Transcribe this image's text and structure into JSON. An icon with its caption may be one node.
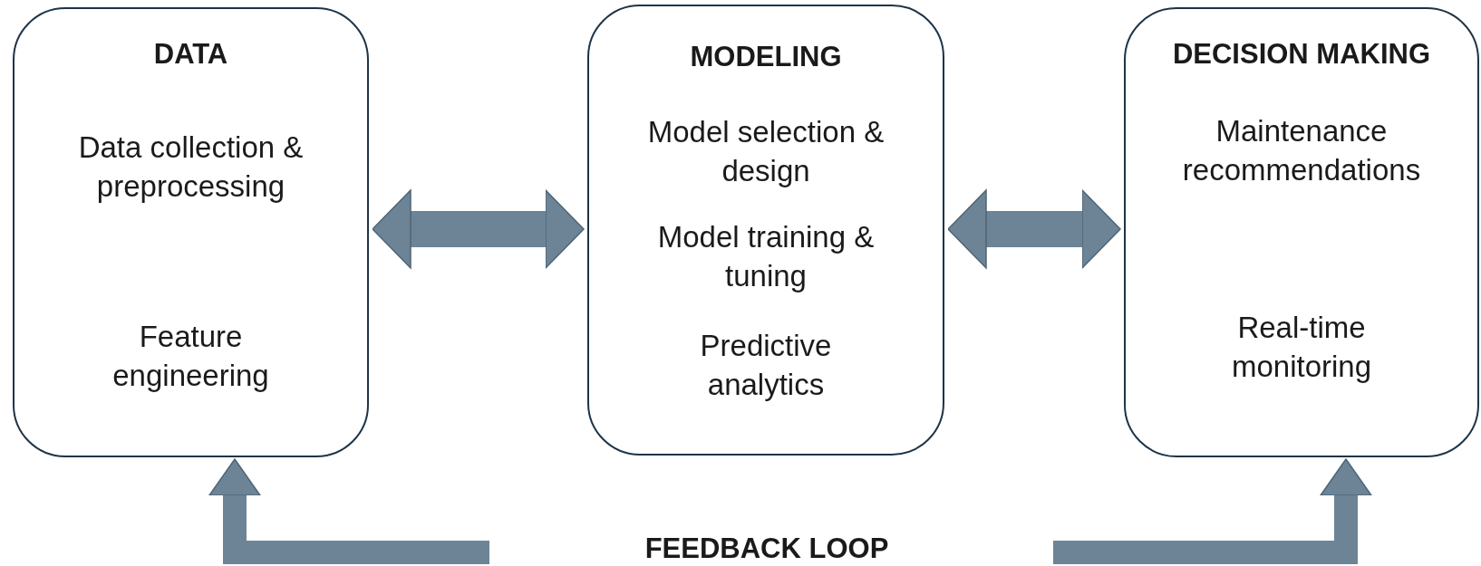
{
  "diagram": {
    "nodes": [
      {
        "text": [
          "DATA",
          "Data collection & preprocessing",
          "Feature engineering"
        ]
      },
      {
        "text": [
          "MODELING",
          "Model selection & design",
          "Model training & tuning",
          "Predictive analytics"
        ]
      },
      {
        "text": [
          "DECISION MAKING",
          "Maintenance recommendations",
          "Real-time monitoring"
        ]
      }
    ],
    "labels": [
      "FEEDBACK LOOP"
    ],
    "edges": [
      {
        "from": 0,
        "to": 1,
        "arrow": "both"
      },
      {
        "from": 1,
        "to": 2,
        "arrow": "both"
      },
      {
        "from": null,
        "to": 0,
        "arrow": "to"
      },
      {
        "from": null,
        "to": 2,
        "arrow": "to"
      }
    ]
  }
}
